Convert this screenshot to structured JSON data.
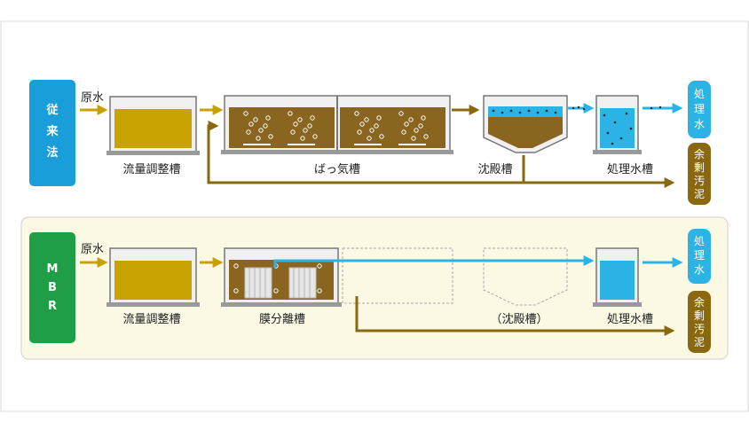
{
  "colors": {
    "sludge": "#c8a200",
    "brown": "#8a6810",
    "brownLiquid": "#8a6520",
    "arrowGold": "#c8a000",
    "water": "#2bb3e6",
    "blueSide": "#1a9ed9",
    "greenSide": "#1f9e47",
    "panelBg": "#fbf8e4"
  },
  "conventional": {
    "side_label": "従来法",
    "raw_water": "原水",
    "tanks": {
      "equalization": "流量調整槽",
      "aeration": "ばっ気槽",
      "sedimentation": "沈殿槽",
      "treated": "処理水槽"
    },
    "outputs": {
      "treated_water": "処理水",
      "excess_sludge": "余剰汚泥"
    }
  },
  "mbr": {
    "side_label": "MBR",
    "raw_water": "原水",
    "tanks": {
      "equalization": "流量調整槽",
      "membrane": "膜分離槽",
      "sedimentation": "（沈殿槽）",
      "treated": "処理水槽"
    },
    "outputs": {
      "treated_water": "処理水",
      "excess_sludge": "余剰汚泥"
    }
  }
}
